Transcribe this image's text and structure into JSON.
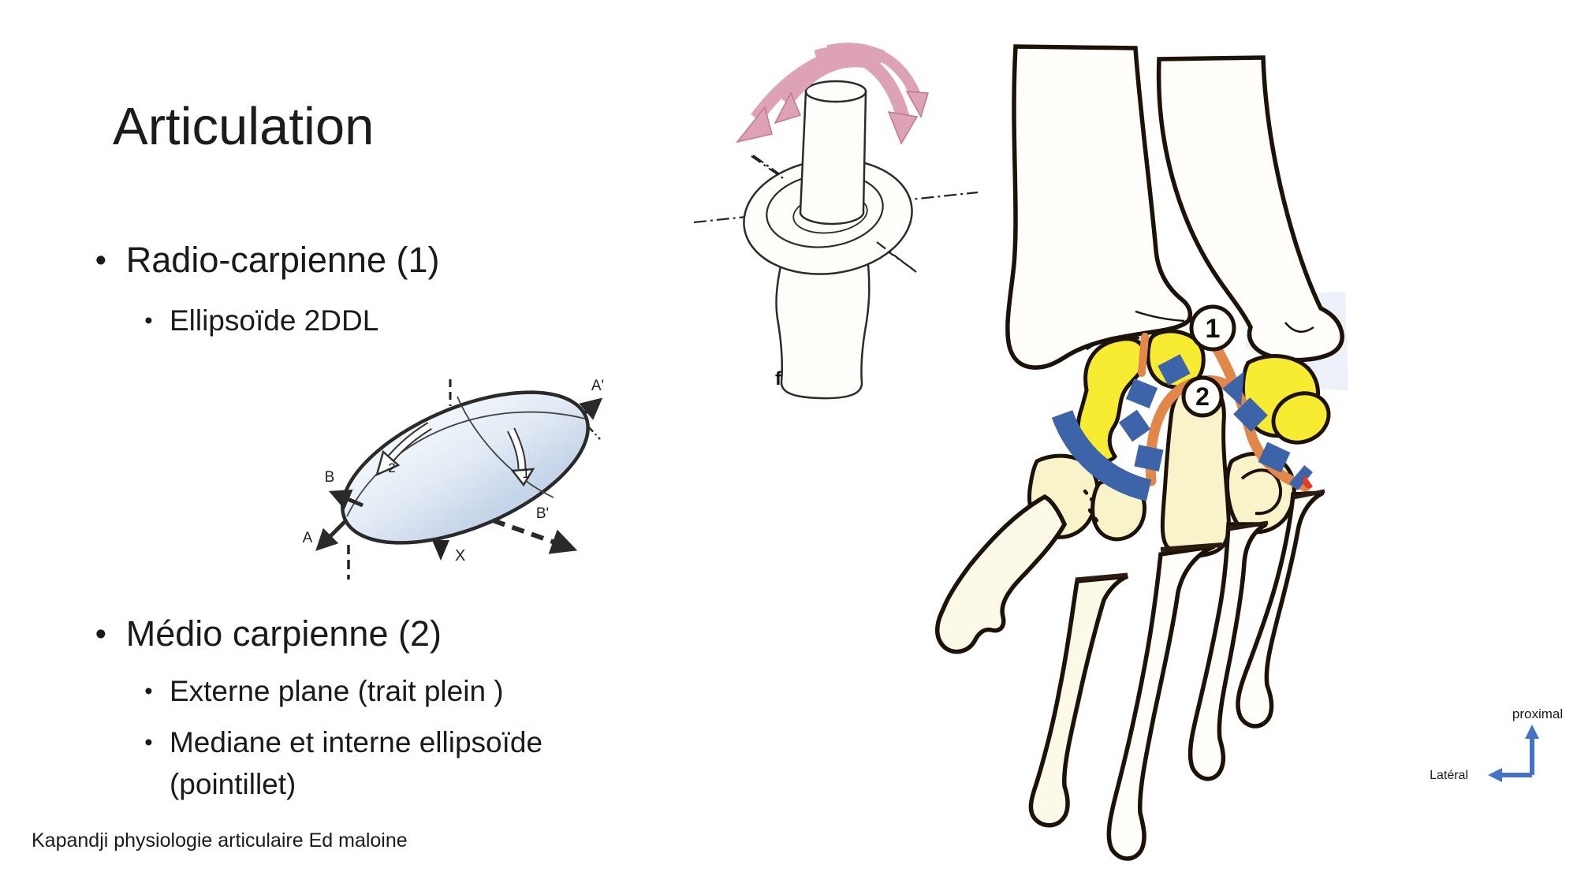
{
  "slide": {
    "title": "Articulation",
    "bullet_glyph": "•",
    "bullet1": {
      "label": "Radio-carpienne (1)",
      "sub1": "Ellipsoïde 2DDL"
    },
    "bullet2": {
      "label": "Médio carpienne (2)",
      "sub1": "Externe plane (trait plein )",
      "sub2": "Mediane et interne ellipsoïde (pointillet)"
    },
    "footer": "Kapandji physiologie articulaire Ed maloine"
  },
  "ellipsoid_figure": {
    "label_a": "A",
    "label_a_prime": "A'",
    "label_b": "B",
    "label_b_prime": "B'",
    "label_x": "X",
    "arrow_1": "1",
    "arrow_2": "2"
  },
  "condyle_figure": {
    "label_f": "f"
  },
  "wrist_figure": {
    "marker_1": "1",
    "marker_2": "2",
    "compass_up": "proximal",
    "compass_left": "Latéral"
  },
  "colors": {
    "text": "#1a1a1a",
    "diagram_blue": "#3d63a8",
    "compass_blue": "#4472c4",
    "carpal_yellow": "#f8ec33",
    "carpal_pale": "#f9f3c9",
    "joint_orange": "#e2874a",
    "arrow_pink": "#dda2b5",
    "red_mark": "#e83a1e",
    "bone_outline": "#1c1208"
  }
}
